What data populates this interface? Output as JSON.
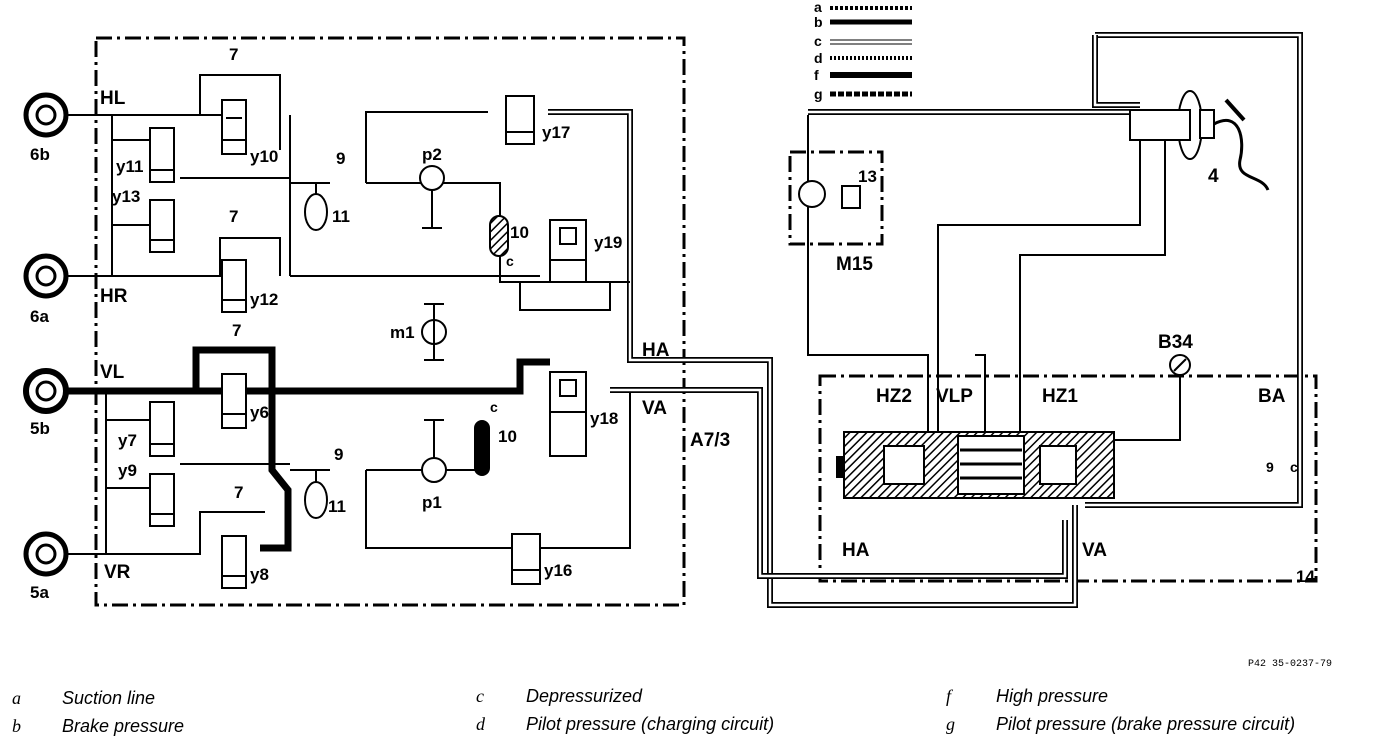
{
  "diagram": {
    "wheels": [
      {
        "id": "6b",
        "line": "HL"
      },
      {
        "id": "6a",
        "line": "HR"
      },
      {
        "id": "5b",
        "line": "VL"
      },
      {
        "id": "5a",
        "line": "VR"
      }
    ],
    "labels": {
      "a73": "A7/3",
      "ha_out": "HA",
      "va_out": "VA",
      "m15": "M15",
      "b34": "B34",
      "hz2": "HZ2",
      "vlp": "VLP",
      "hz1": "HZ1",
      "ba": "BA",
      "ha_tandem": "HA",
      "va_tandem": "VA",
      "n14": "14",
      "n4": "4",
      "n13": "13",
      "n9_ret": "9",
      "c_small": "c"
    },
    "valves": [
      "y10",
      "y11",
      "y13",
      "y12",
      "y17",
      "y19",
      "y6",
      "y7",
      "y9",
      "y8",
      "y18",
      "y16"
    ],
    "parts": {
      "n7": "7",
      "n9": "9",
      "n11": "11",
      "n10": "10",
      "p1": "p1",
      "p2": "p2",
      "m1": "m1",
      "c": "c"
    },
    "legend_keys": [
      "a",
      "b",
      "c",
      "d",
      "f",
      "g"
    ],
    "reference": "P42 35-0237-79"
  },
  "legend": [
    {
      "key": "a",
      "text": "Suction line"
    },
    {
      "key": "b",
      "text": "Brake pressure"
    },
    {
      "key": "c",
      "text": "Depressurized"
    },
    {
      "key": "d",
      "text": "Pilot pressure (charging circuit)"
    },
    {
      "key": "f",
      "text": "High pressure"
    },
    {
      "key": "g",
      "text": "Pilot pressure (brake pressure circuit)"
    }
  ]
}
